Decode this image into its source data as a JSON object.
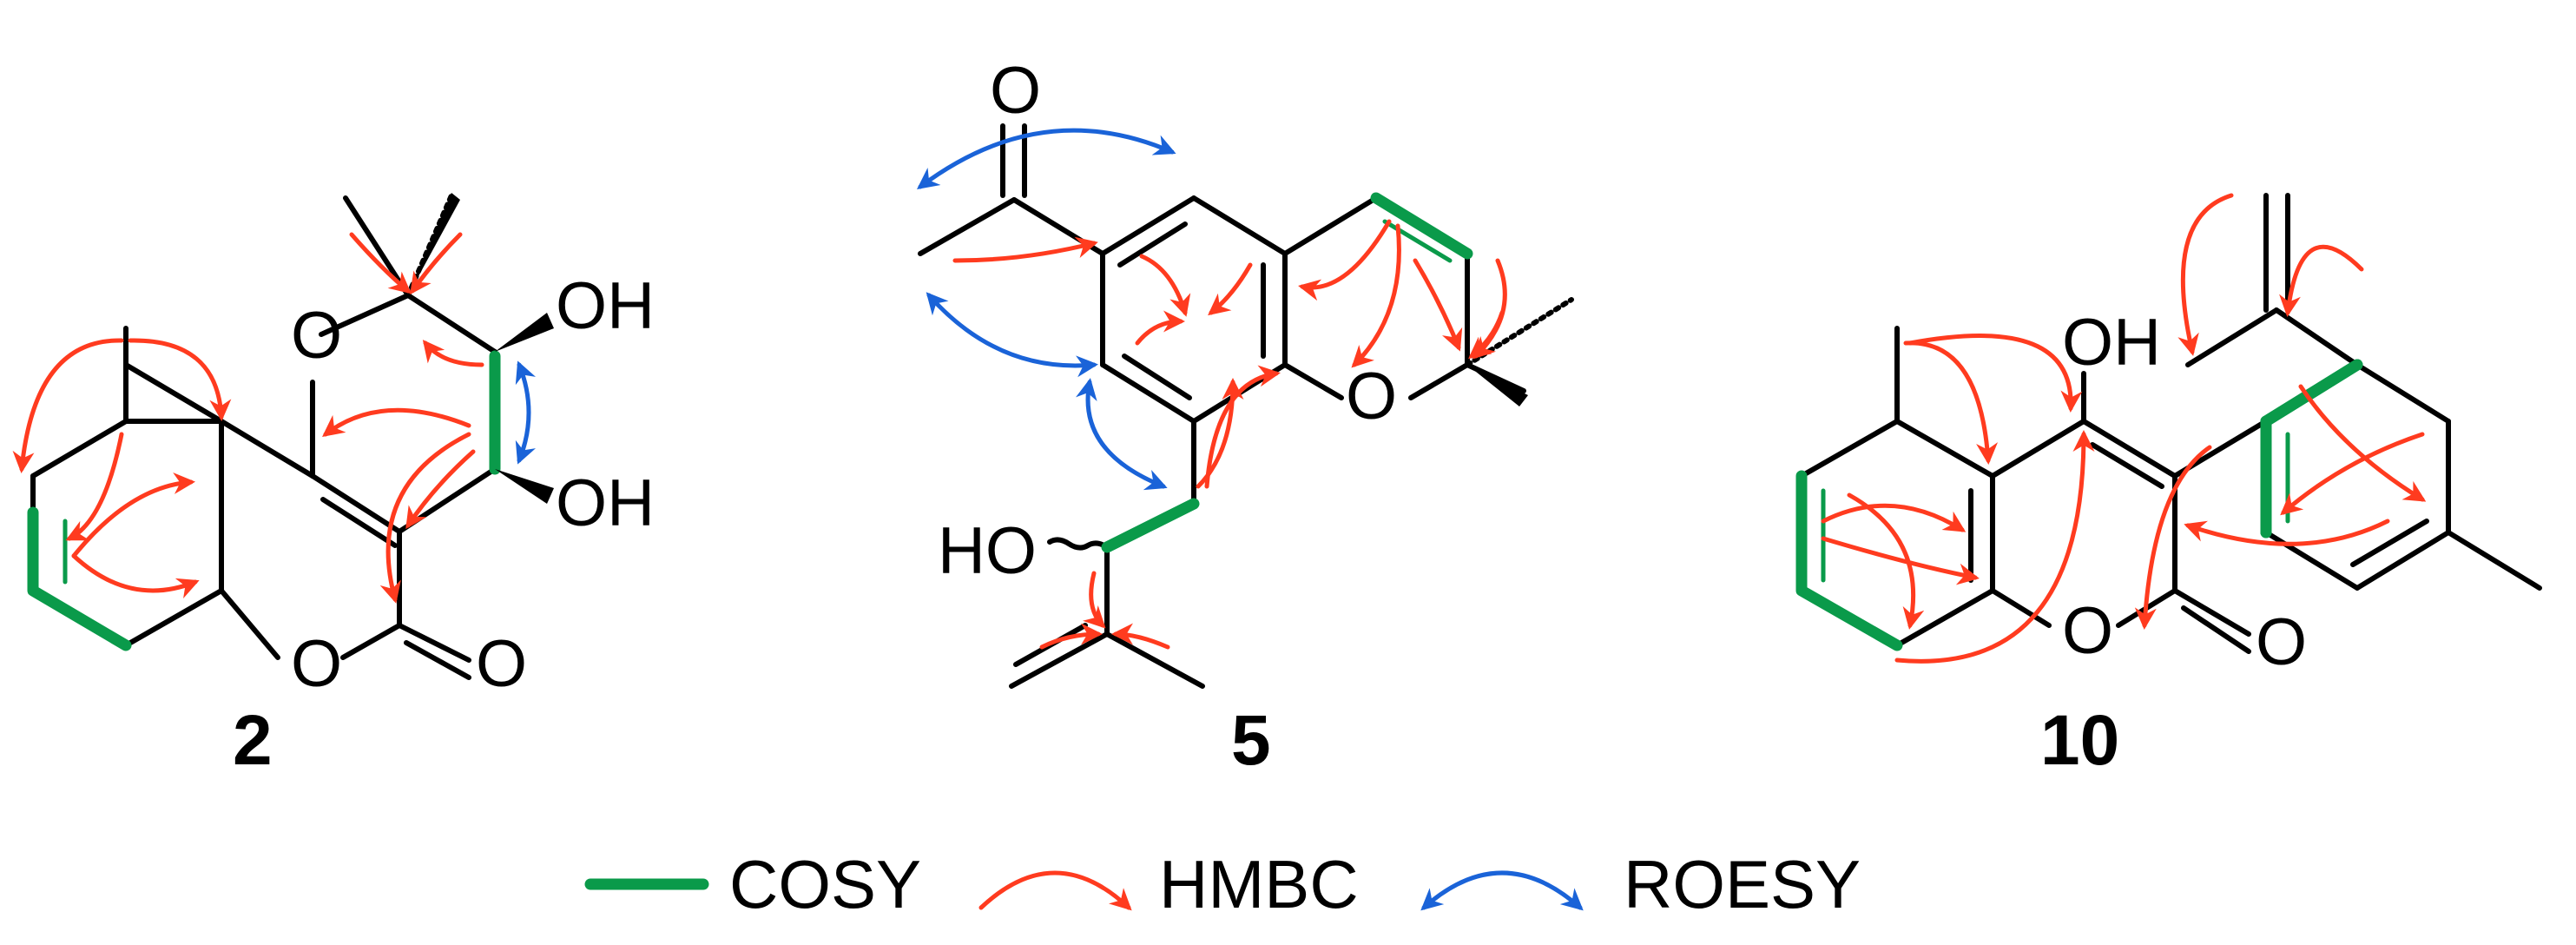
{
  "compounds": [
    {
      "label": "2",
      "atoms": {
        "o_ring": "O",
        "oh_upper": "OH",
        "oh_lower": "OH",
        "o_lactone": "O",
        "o_carbonyl": "O"
      }
    },
    {
      "label": "5",
      "atoms": {
        "o_ketone": "O",
        "o_ring": "O",
        "ho_side": "HO"
      }
    },
    {
      "label": "10",
      "atoms": {
        "oh": "OH",
        "o_lactone": "O",
        "o_carbonyl": "O"
      }
    }
  ],
  "legend": [
    {
      "name": "COSY",
      "color": "#0a9a4a"
    },
    {
      "name": "HMBC",
      "color": "#ff3b1f"
    },
    {
      "name": "ROESY",
      "color": "#1a63d8"
    }
  ]
}
